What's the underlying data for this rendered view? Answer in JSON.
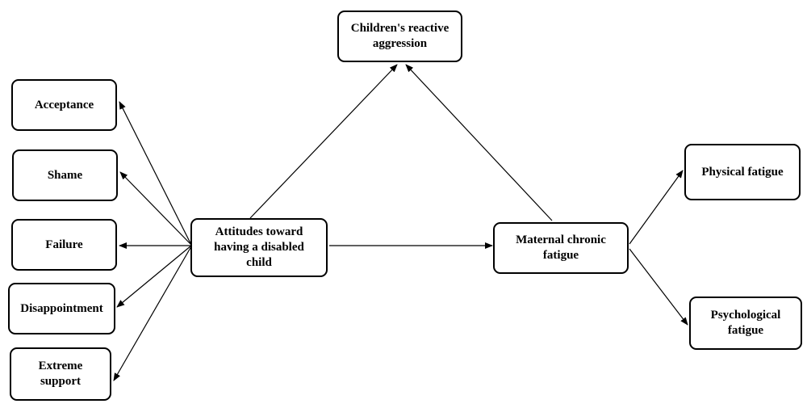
{
  "diagram": {
    "nodes": {
      "aggression": "Children's reactive\naggression",
      "acceptance": "Acceptance",
      "shame": "Shame",
      "failure": "Failure",
      "disappointment": "Disappointment",
      "extreme_support": "Extreme\nsupport",
      "attitudes": "Attitudes toward\nhaving a disabled\nchild",
      "maternal_fatigue": "Maternal chronic\nfatigue",
      "physical_fatigue": "Physical fatigue",
      "psychological_fatigue": "Psychological\nfatigue"
    },
    "edges": [
      {
        "from": "attitudes",
        "to": "aggression"
      },
      {
        "from": "maternal_fatigue",
        "to": "aggression"
      },
      {
        "from": "attitudes",
        "to": "maternal_fatigue"
      },
      {
        "from": "attitudes",
        "to": "acceptance"
      },
      {
        "from": "attitudes",
        "to": "shame"
      },
      {
        "from": "attitudes",
        "to": "failure"
      },
      {
        "from": "attitudes",
        "to": "disappointment"
      },
      {
        "from": "attitudes",
        "to": "extreme_support"
      },
      {
        "from": "maternal_fatigue",
        "to": "physical_fatigue"
      },
      {
        "from": "maternal_fatigue",
        "to": "psychological_fatigue"
      }
    ]
  }
}
